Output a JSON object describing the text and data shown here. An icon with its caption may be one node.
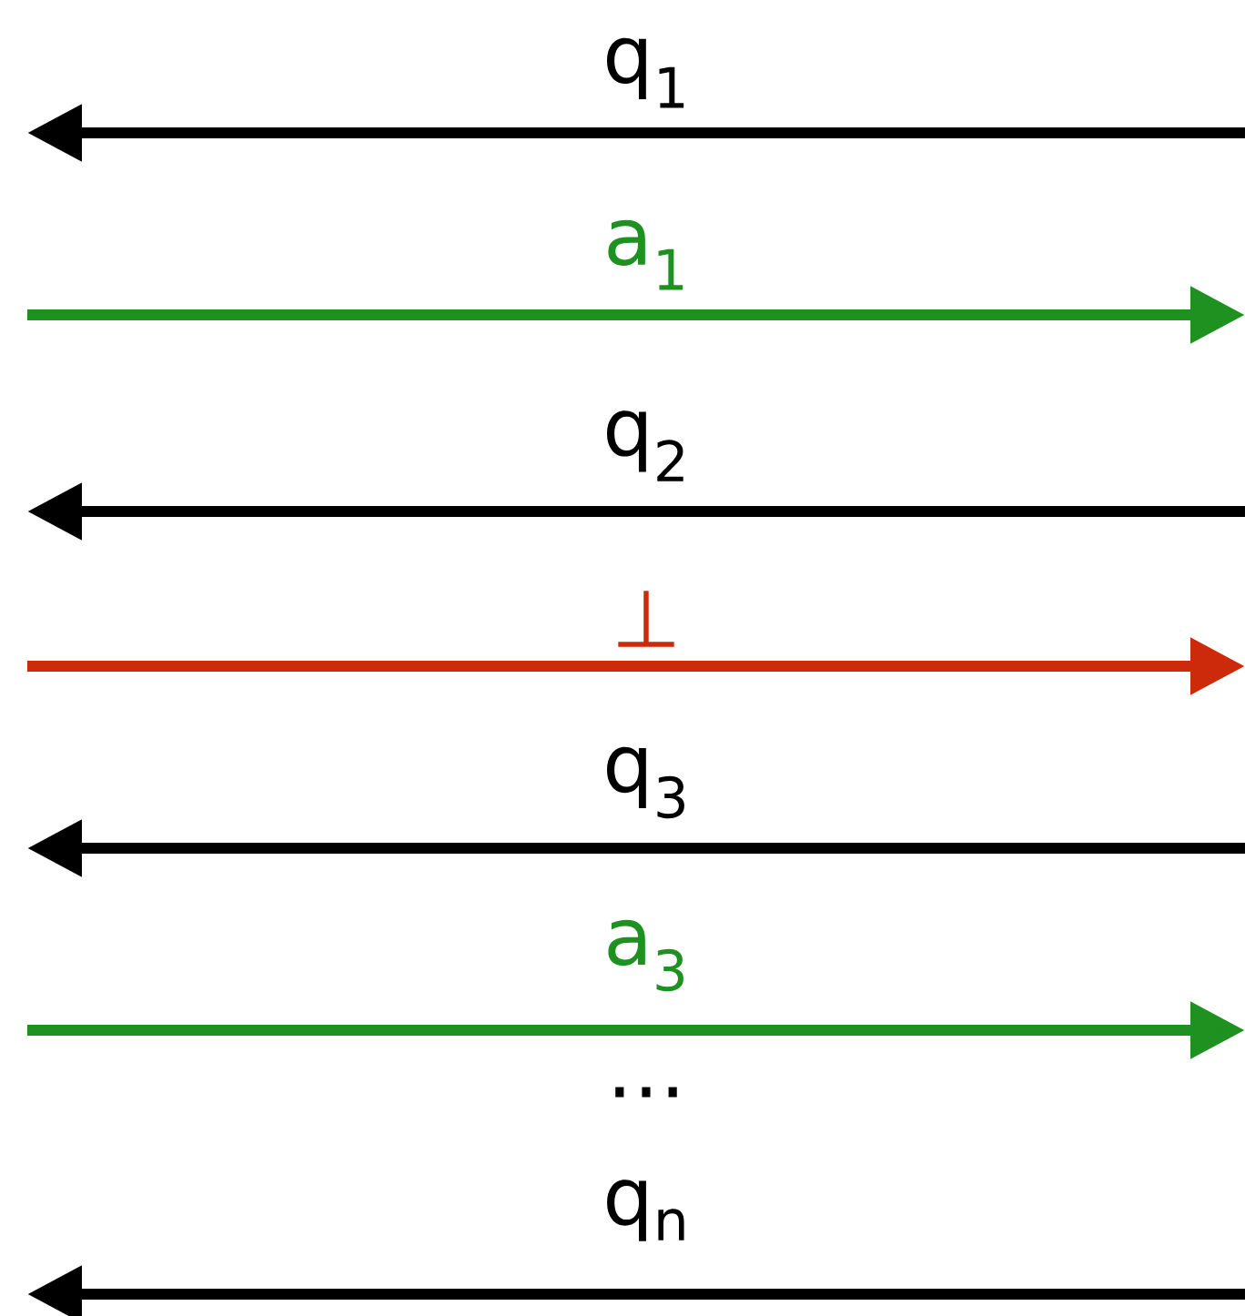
{
  "diagram": {
    "labels": [
      "q$_{1}$",
      "a$_{1}$",
      "q$_{2}$",
      "⊥",
      "q$_{3}$",
      "a$_{3}$",
      "…",
      "q$_{n}$"
    ]
  }
}
